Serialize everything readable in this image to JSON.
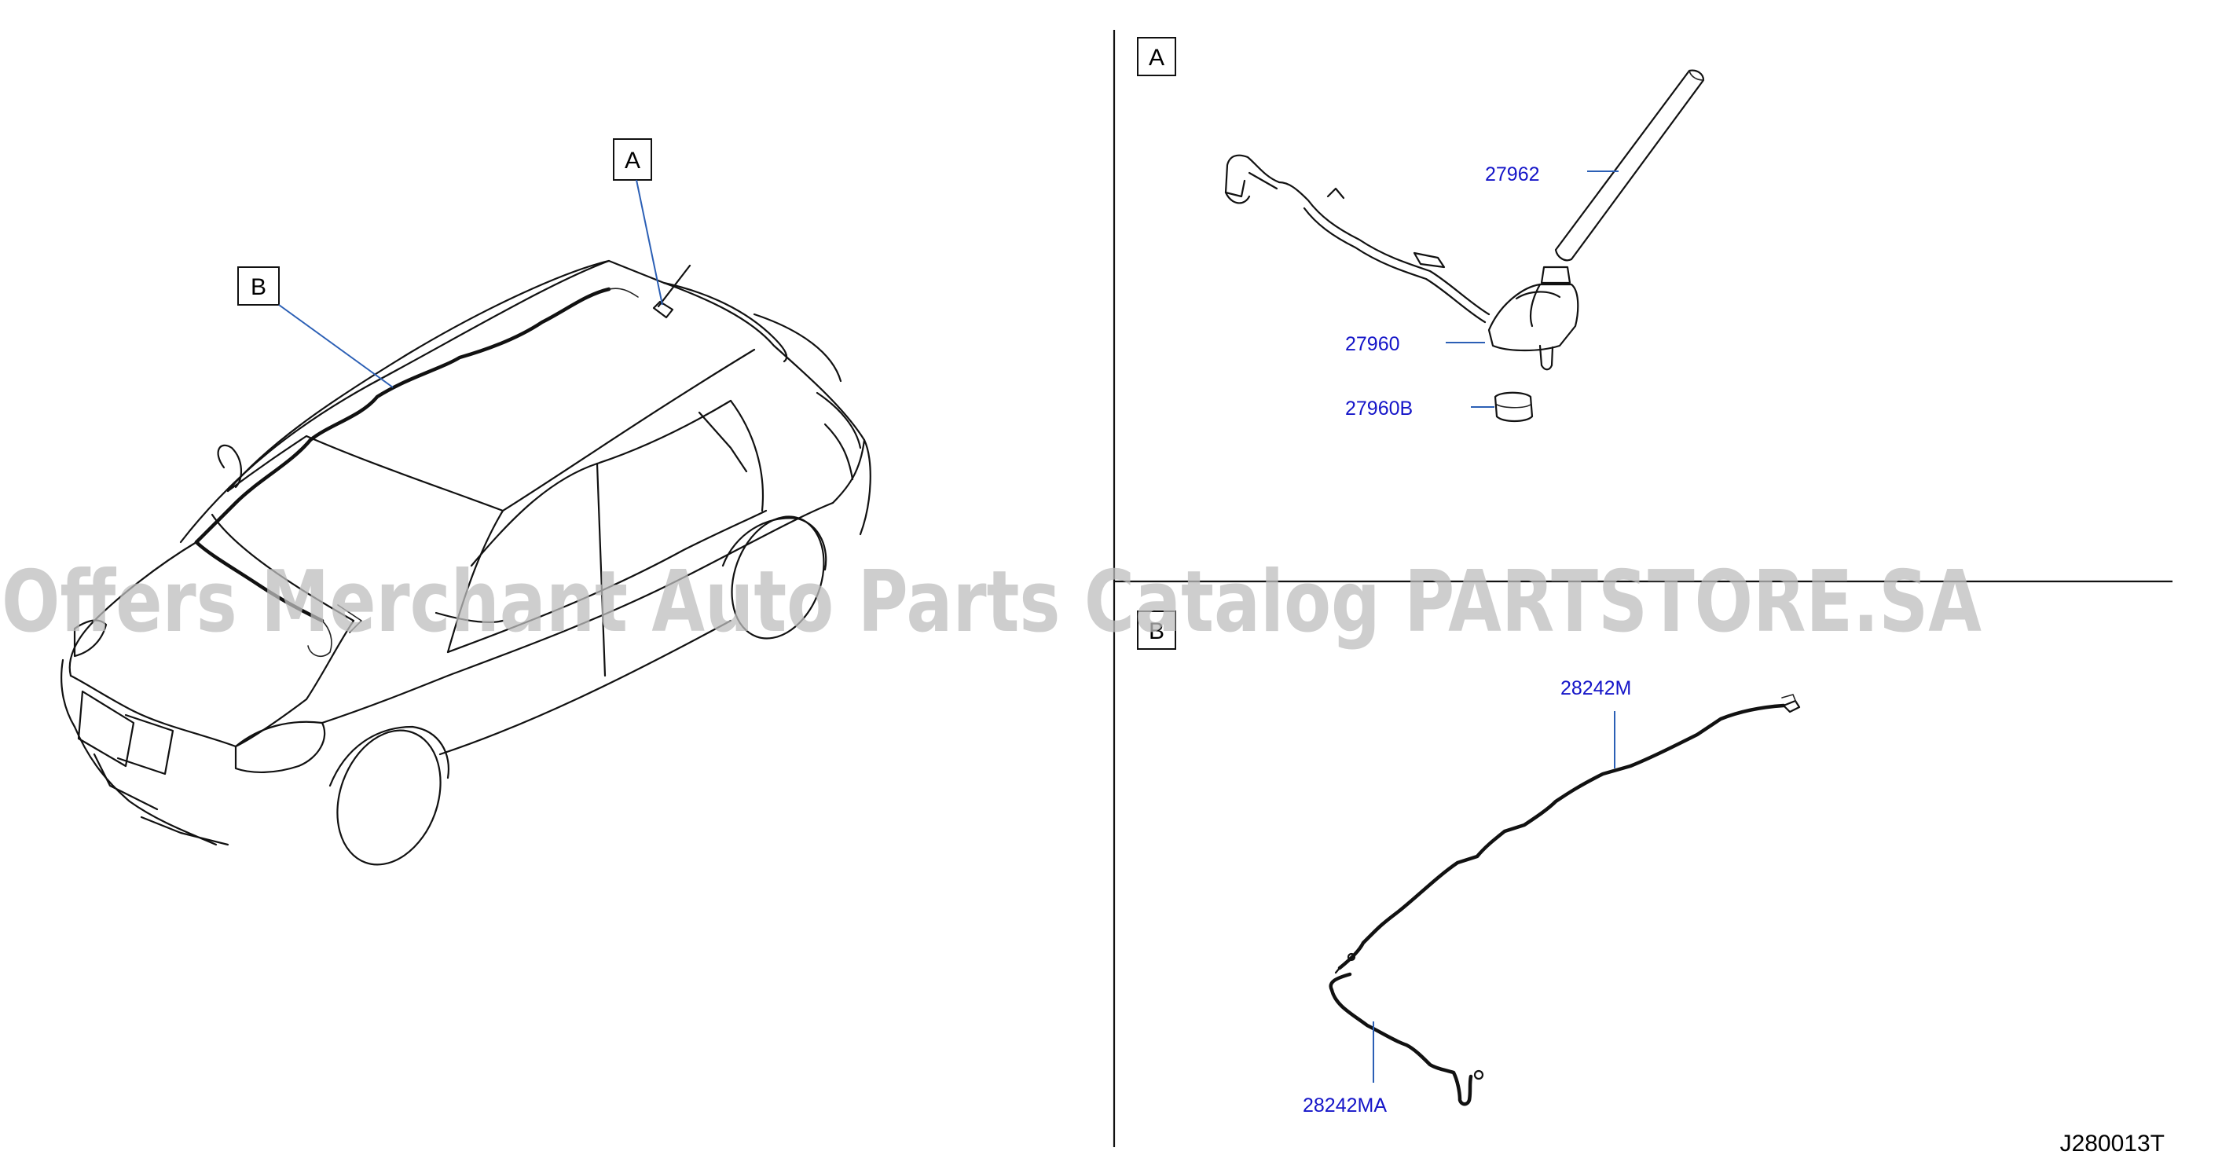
{
  "callouts": {
    "a_on_car": "A",
    "b_on_car": "B",
    "a_section": "A",
    "b_section": "B"
  },
  "parts": {
    "antenna_rod": "27962",
    "antenna_base": "27960",
    "antenna_gasket": "27960B",
    "feeder_main": "28242M",
    "feeder_sub": "28242MA"
  },
  "diagram_code": "J280013T",
  "watermark": "Offers Merchant Auto Parts Catalog PARTSTORE.SA",
  "colors": {
    "part_number": "#1414c8",
    "leader_line": "#2b5fb5",
    "watermark": "#bdbdbd"
  }
}
